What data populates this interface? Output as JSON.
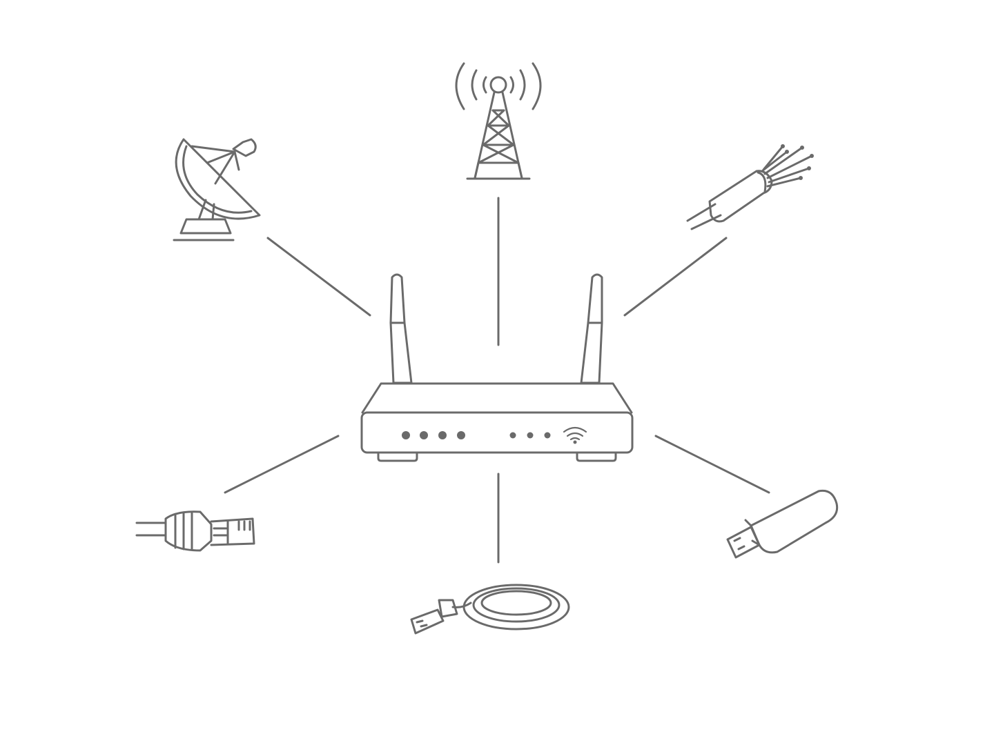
{
  "diagram": {
    "center_node": "router-icon",
    "nodes": [
      {
        "id": "cell-tower",
        "icon": "cell-tower-icon"
      },
      {
        "id": "satellite-dish",
        "icon": "satellite-dish-icon"
      },
      {
        "id": "fiber-optic-cable",
        "icon": "fiber-optic-icon"
      },
      {
        "id": "ethernet-cable",
        "icon": "ethernet-plug-icon"
      },
      {
        "id": "coiled-cable",
        "icon": "coiled-cable-icon"
      },
      {
        "id": "usb-modem",
        "icon": "usb-stick-icon"
      }
    ],
    "edges": [
      {
        "from": "router",
        "to": "cell-tower"
      },
      {
        "from": "router",
        "to": "satellite-dish"
      },
      {
        "from": "router",
        "to": "fiber-optic-cable"
      },
      {
        "from": "router",
        "to": "ethernet-cable"
      },
      {
        "from": "router",
        "to": "coiled-cable"
      },
      {
        "from": "router",
        "to": "usb-modem"
      }
    ]
  },
  "colors": {
    "stroke": "#6a6a6a",
    "background": "#ffffff"
  }
}
